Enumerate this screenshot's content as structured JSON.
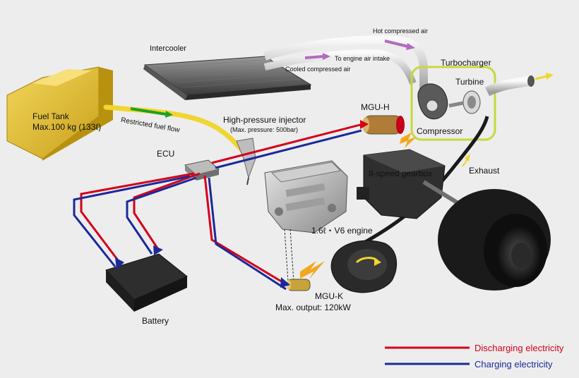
{
  "labels": {
    "fuel_tank": "Fuel Tank",
    "fuel_capacity": "Max.100 kg (133ℓ)",
    "restricted_fuel_flow": "Restricted fuel flow",
    "intercooler": "Intercooler",
    "hot_air": "Hot compressed air",
    "to_engine": "To engine air intake",
    "cooled_air": "Cooled compressed air",
    "turbocharger": "Turbocharger",
    "turbine": "Turbine",
    "compressor": "Compressor",
    "injector": "High-pressure injector",
    "injector_pressure": "(Max. pressure: 500bar)",
    "mgu_h": "MGU-H",
    "ecu": "ECU",
    "gearbox": "8-speed gearbox",
    "exhaust": "Exhaust",
    "engine": "1.6ℓ・V6 engine",
    "mgu_k": "MGU-K",
    "mgu_k_output": "Max. output: 120kW",
    "battery": "Battery"
  },
  "legend": {
    "discharging": "Discharging electricity",
    "charging": "Charging electricity"
  },
  "colors": {
    "discharging": "#d4001a",
    "charging": "#1a2a9a",
    "fuel_tank": "#e8c23a",
    "turbo_highlight": "#c7d93a",
    "hot_air_arrow": "#b36bc0",
    "fuel_flow_arrow": "#22a020",
    "spark": "#f2a81e"
  }
}
